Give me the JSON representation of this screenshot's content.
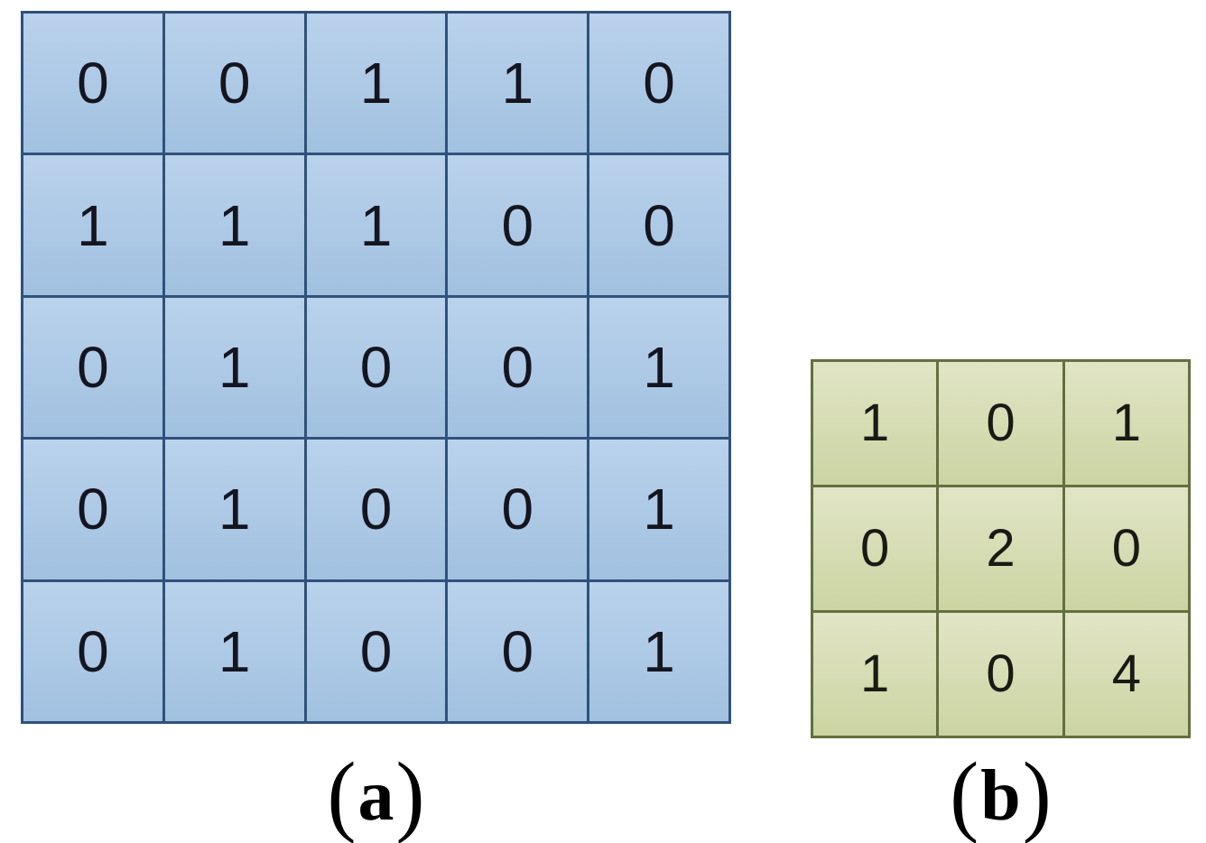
{
  "figure": {
    "panel_a": {
      "caption_open": "(",
      "caption_letter": "a",
      "caption_close": ")",
      "matrix_rows": [
        [
          "0",
          "0",
          "1",
          "1",
          "0"
        ],
        [
          "1",
          "1",
          "1",
          "0",
          "0"
        ],
        [
          "0",
          "1",
          "0",
          "0",
          "1"
        ],
        [
          "0",
          "1",
          "0",
          "0",
          "1"
        ],
        [
          "0",
          "1",
          "0",
          "0",
          "1"
        ]
      ],
      "colors": {
        "cell_fill_top": "#bad2ec",
        "cell_fill_bottom": "#a1c1e0",
        "border": "#30517a"
      }
    },
    "panel_b": {
      "caption_open": "(",
      "caption_letter": "b",
      "caption_close": ")",
      "matrix_rows": [
        [
          "1",
          "0",
          "1"
        ],
        [
          "0",
          "2",
          "0"
        ],
        [
          "1",
          "0",
          "4"
        ]
      ],
      "colors": {
        "cell_fill_top": "#e1e5c6",
        "cell_fill_bottom": "#ccd4a2",
        "border": "#646f3f"
      }
    }
  }
}
